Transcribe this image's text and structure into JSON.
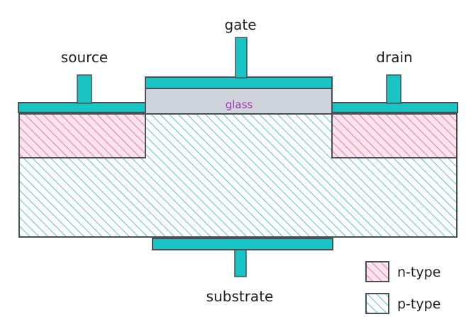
{
  "labels": {
    "gate": "gate",
    "source": "source",
    "drain": "drain",
    "glass": "glass",
    "substrate": "substrate"
  },
  "legend": [
    {
      "label": "n-type",
      "color": "#e64980"
    },
    {
      "label": "p-type",
      "color": "#15aabf"
    }
  ],
  "colors": {
    "outline": "#495057",
    "contact_fill": "#19c4c4",
    "glass_fill": "#ced4da",
    "glass_text": "#9c36b5",
    "n_type_hatch": "#e64980",
    "p_type_hatch": "#15aabf"
  }
}
